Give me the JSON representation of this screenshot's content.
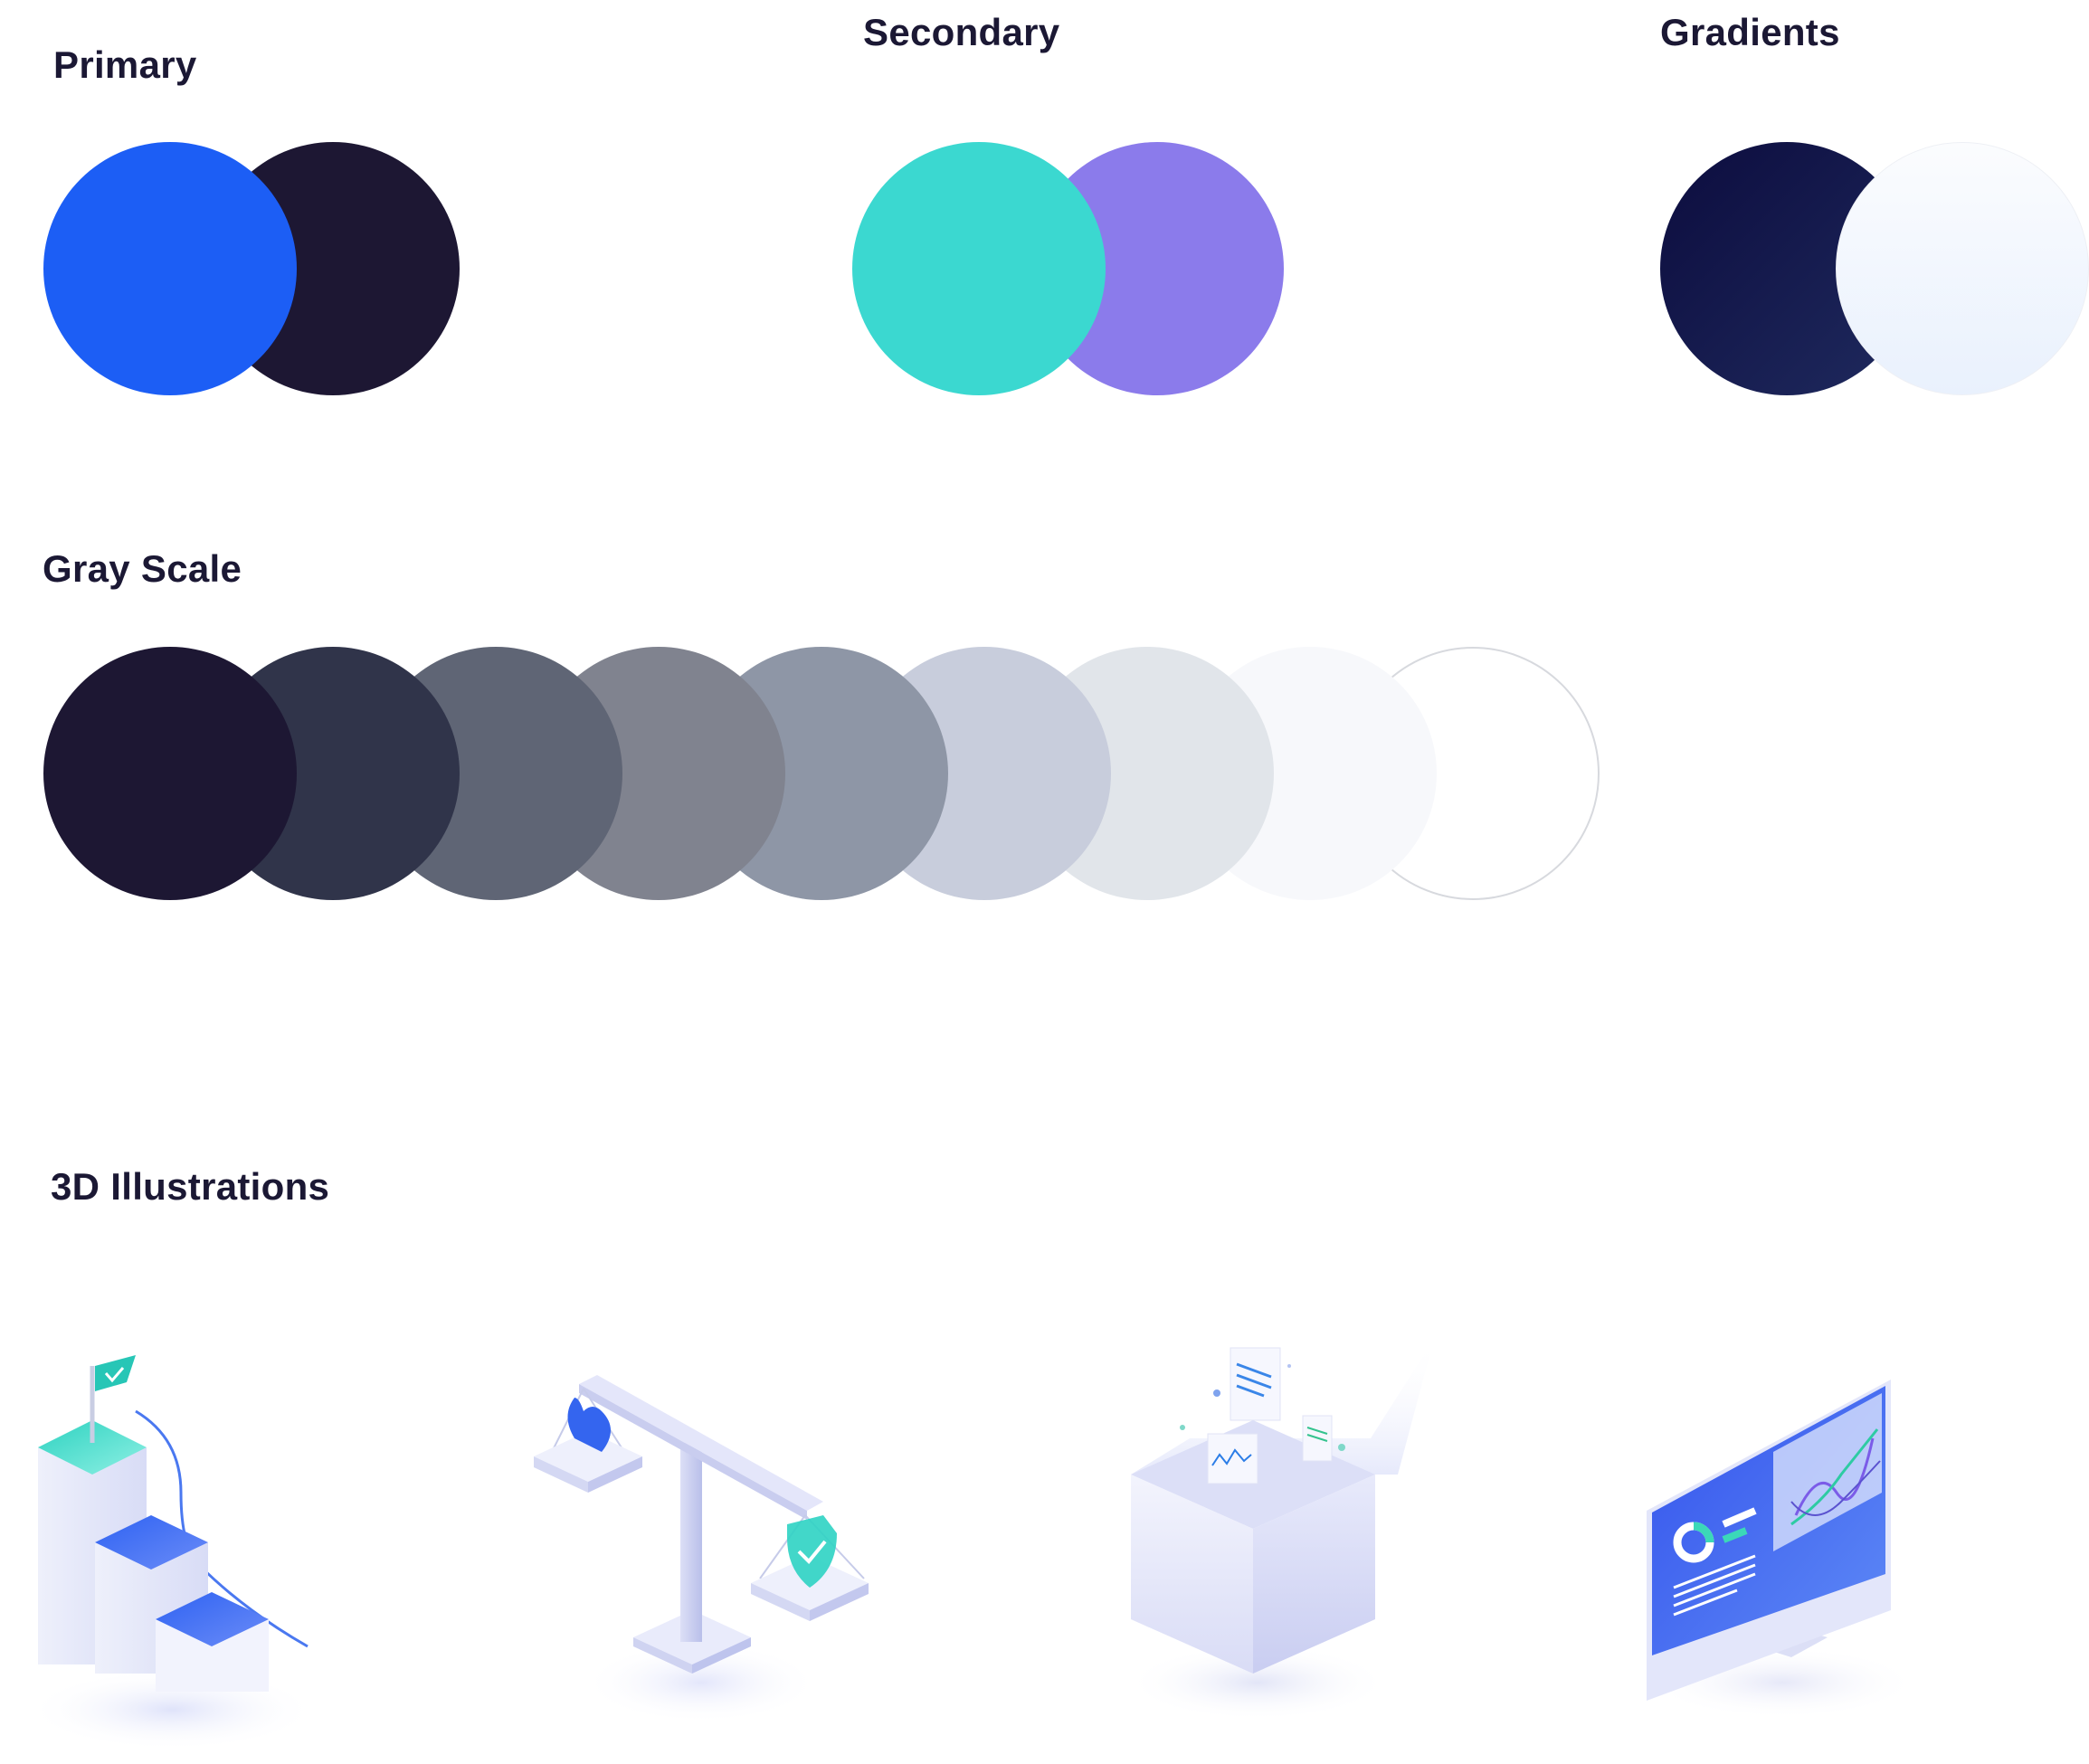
{
  "sections": {
    "primary": {
      "title": "Primary",
      "colors": [
        "#1c5ef5",
        "#1d1733"
      ]
    },
    "secondary": {
      "title": "Secondary",
      "colors": [
        "#3bd8d0",
        "#8b7beb"
      ]
    },
    "gradients": {
      "title": "Gradients",
      "colors": [
        {
          "from": "#0c0c3e",
          "to": "#1f2a5e"
        },
        {
          "from": "#fbfcfe",
          "to": "#e9f1fd"
        }
      ]
    },
    "gray_scale": {
      "title": "Gray Scale",
      "colors": [
        "#1d1733",
        "#30344a",
        "#5f6575",
        "#80838f",
        "#8e96a6",
        "#c8cddc",
        "#e1e5ea",
        "#f7f8fb",
        "#ffffff"
      ]
    },
    "illustrations": {
      "title": "3D Illustrations",
      "items": [
        "goal-steps-icon",
        "balance-scale-icon",
        "open-box-icon",
        "analytics-monitor-icon"
      ]
    }
  }
}
